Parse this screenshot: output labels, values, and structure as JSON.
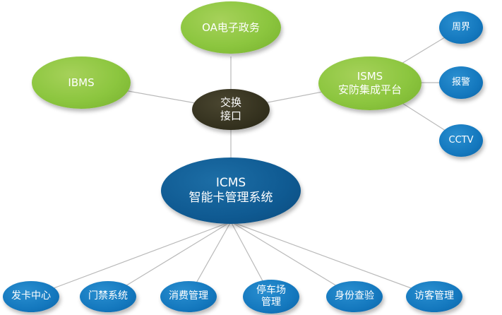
{
  "nodes": {
    "oa": {
      "label": "OA电子政务"
    },
    "ibms": {
      "label": "IBMS"
    },
    "hub": {
      "line1": "交换",
      "line2": "接口"
    },
    "isms": {
      "line1": "ISMS",
      "line2": "安防集成平台"
    },
    "perimeter": {
      "label": "周界"
    },
    "alarm": {
      "label": "报警"
    },
    "cctv": {
      "label": "CCTV"
    },
    "icms": {
      "line1": "ICMS",
      "line2": "智能卡管理系统"
    },
    "card_center": {
      "label": "发卡中心"
    },
    "access": {
      "label": "门禁系统"
    },
    "consume": {
      "label": "消费管理"
    },
    "parking": {
      "line1": "停车场",
      "line2": "管理"
    },
    "identity": {
      "label": "身份查验"
    },
    "visitor": {
      "label": "访客管理"
    }
  },
  "colors": {
    "green": "#8cc63f",
    "dark": "#35321f",
    "blue": "#1478be",
    "navy": "#0f5a92",
    "edge": "#b9b9b9"
  }
}
